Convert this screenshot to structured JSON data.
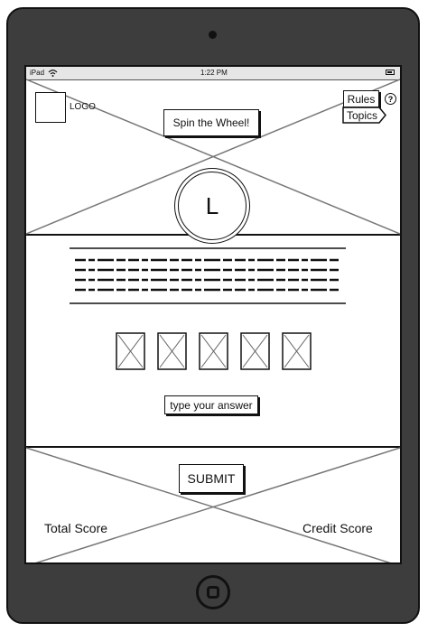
{
  "status_bar": {
    "device": "iPad",
    "time": "1:22 PM"
  },
  "header": {
    "logo_label": "LOGO",
    "spin_button_label": "Spin the Wheel!",
    "rules_label": "Rules",
    "help_icon_glyph": "?",
    "topics_label": "Topics",
    "wheel_letter": "L"
  },
  "quiz": {
    "letter_box_count": 5,
    "answer_placeholder": "type your answer"
  },
  "footer": {
    "submit_label": "SUBMIT",
    "total_score_label": "Total Score",
    "credit_score_label": "Credit Score"
  }
}
